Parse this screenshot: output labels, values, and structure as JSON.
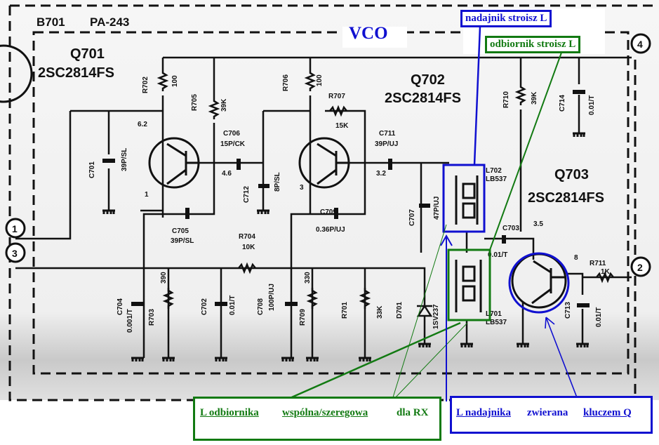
{
  "board": {
    "id": "B701",
    "name": "PA-243"
  },
  "block_title": "VCO",
  "transistors": [
    {
      "ref": "Q701",
      "type": "2SC2814FS"
    },
    {
      "ref": "Q702",
      "type": "2SC2814FS"
    },
    {
      "ref": "Q703",
      "type": "2SC2814FS"
    }
  ],
  "components": {
    "r702": "R702",
    "r702v": "100",
    "r705": "R705",
    "r705v": "39K",
    "r706": "R706",
    "r706v": "100",
    "r707": "R707",
    "r707v": "15K",
    "r710": "R710",
    "r710v": "39K",
    "r704": "R704",
    "r704v": "10K",
    "r711": "R711",
    "r711v": "1K",
    "r703": "R703",
    "r703v": "390",
    "r709": "R709",
    "r709v": "330",
    "r701": "R701",
    "r701v": "33K",
    "c701": "C701",
    "c701v": "39P/SL",
    "c706": "C706",
    "c706v": "15P/CK",
    "c712": "C712",
    "c712v": "8P/SL",
    "c711": "C711",
    "c711v": "39P/UJ",
    "c705": "C705",
    "c705v": "39P/SL",
    "c709": "C709",
    "c709v": "0.36P/UJ",
    "c707": "C707",
    "c707v": "47P/UJ",
    "c703": "C703",
    "c703v": "0.01/T",
    "c714": "C714",
    "c714v": "0.01/T",
    "c713": "C713",
    "c713v": "0.01/T",
    "c704": "C704",
    "c704v": "0.001/T",
    "c702": "C702",
    "c702v": "0.01/T",
    "c708": "C708",
    "c708v": "100P/UJ",
    "d701": "D701",
    "d701v": "1SV237",
    "l702": "L702",
    "l702v": "LB537",
    "l701": "L701",
    "l701v": "LB537"
  },
  "voltages": {
    "v1": "6.2",
    "v2": "4.6",
    "v3": "3.2",
    "v4": "3.5",
    "v5": "8",
    "v6": "1",
    "v7": "3"
  },
  "connectors": [
    "1",
    "3",
    "4",
    "2"
  ],
  "annotations": {
    "tx_tuning": "nadajnik stroisz L",
    "rx_tuning": "odbiornik stroisz L",
    "rx_note": {
      "part1": "L odbiornika",
      "part2": "wspólna/szeregowa",
      "part3": "dla RX"
    },
    "tx_note": {
      "part1": "L nadajnika",
      "part2": "zwierana",
      "part3": "kluczem Q"
    }
  },
  "colors": {
    "blue": "#1010d0",
    "green": "#127a12",
    "ink": "#111111"
  }
}
